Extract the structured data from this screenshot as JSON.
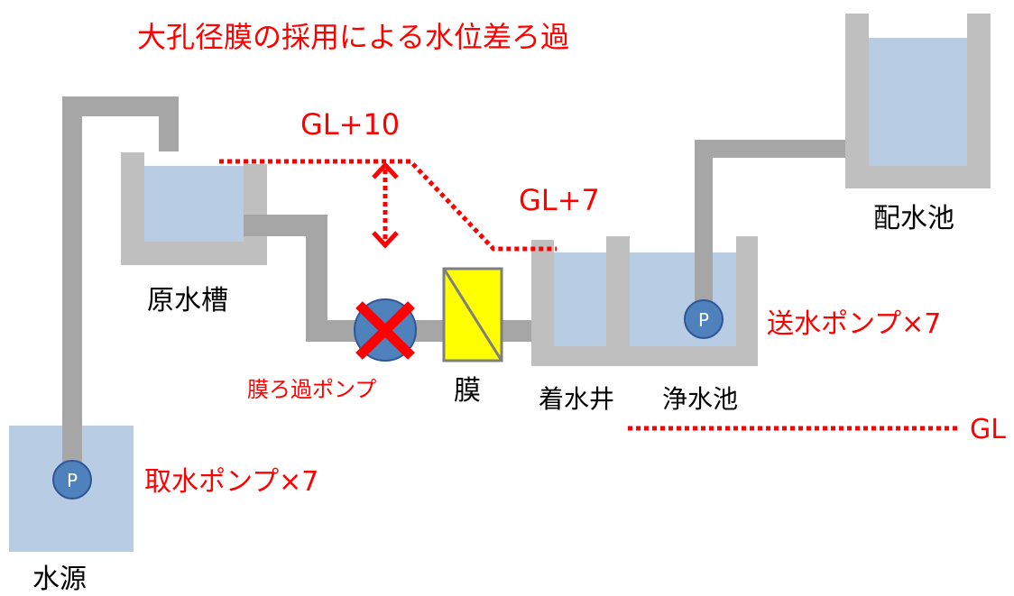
{
  "title": "大孔径膜の採用による水位差ろ過",
  "levels": {
    "high": "GL+10",
    "mid": "GL+7",
    "ground": "GL"
  },
  "labels": {
    "raw_water_tank": "原水槽",
    "water_source": "水源",
    "membrane": "膜",
    "settling_well": "着水井",
    "clear_well": "浄水池",
    "distribution_reservoir": "配水池"
  },
  "pumps": {
    "symbol": "P",
    "intake": "取水ポンプ×7",
    "membrane_filtration": "膜ろ過ポンプ",
    "transmission": "送水ポンプ×7"
  },
  "colors": {
    "water": "#b8cce4",
    "tank_wall": "#bfbfbf",
    "pipe": "#a6a6a6",
    "pump": "#4f81bd",
    "cross": "#ff0000",
    "annotation": "#ff0000",
    "membrane": "#ffff00"
  }
}
